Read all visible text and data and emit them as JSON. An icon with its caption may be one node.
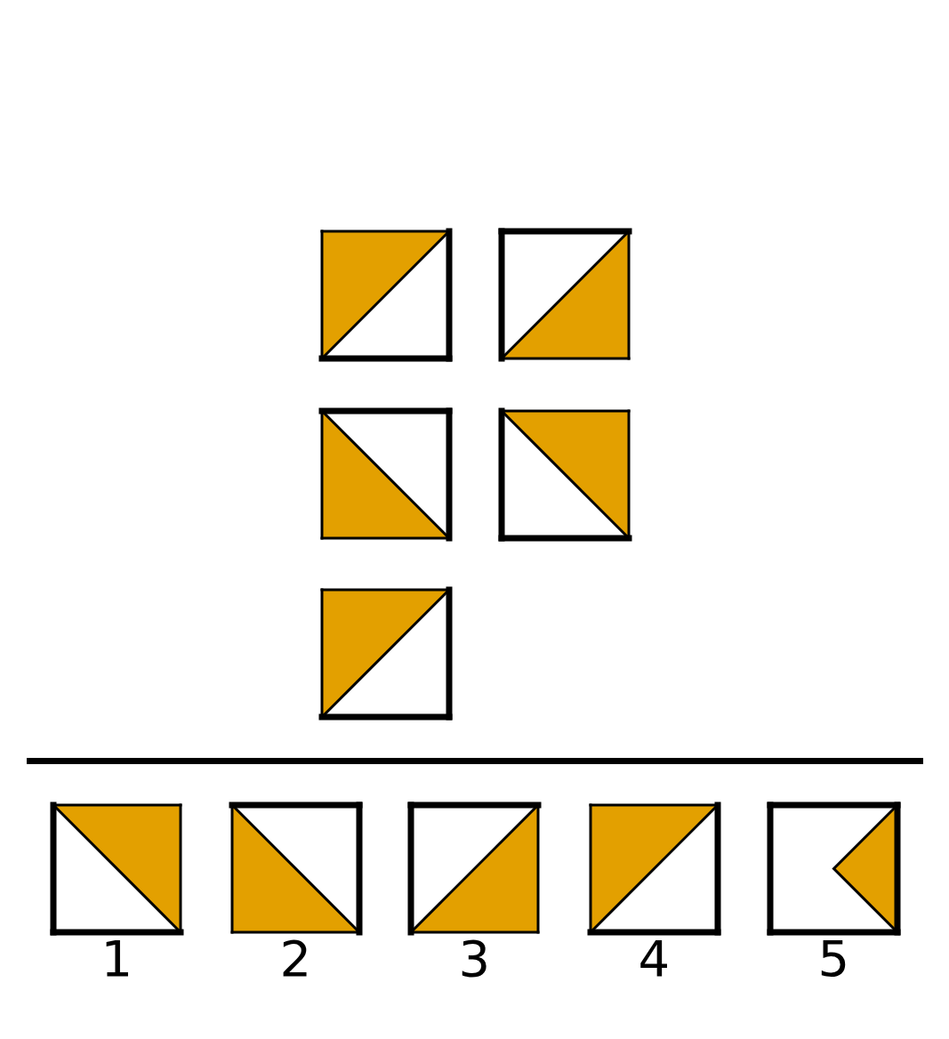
{
  "diagram": {
    "labels": [
      "1",
      "2",
      "3",
      "4",
      "5"
    ]
  }
}
